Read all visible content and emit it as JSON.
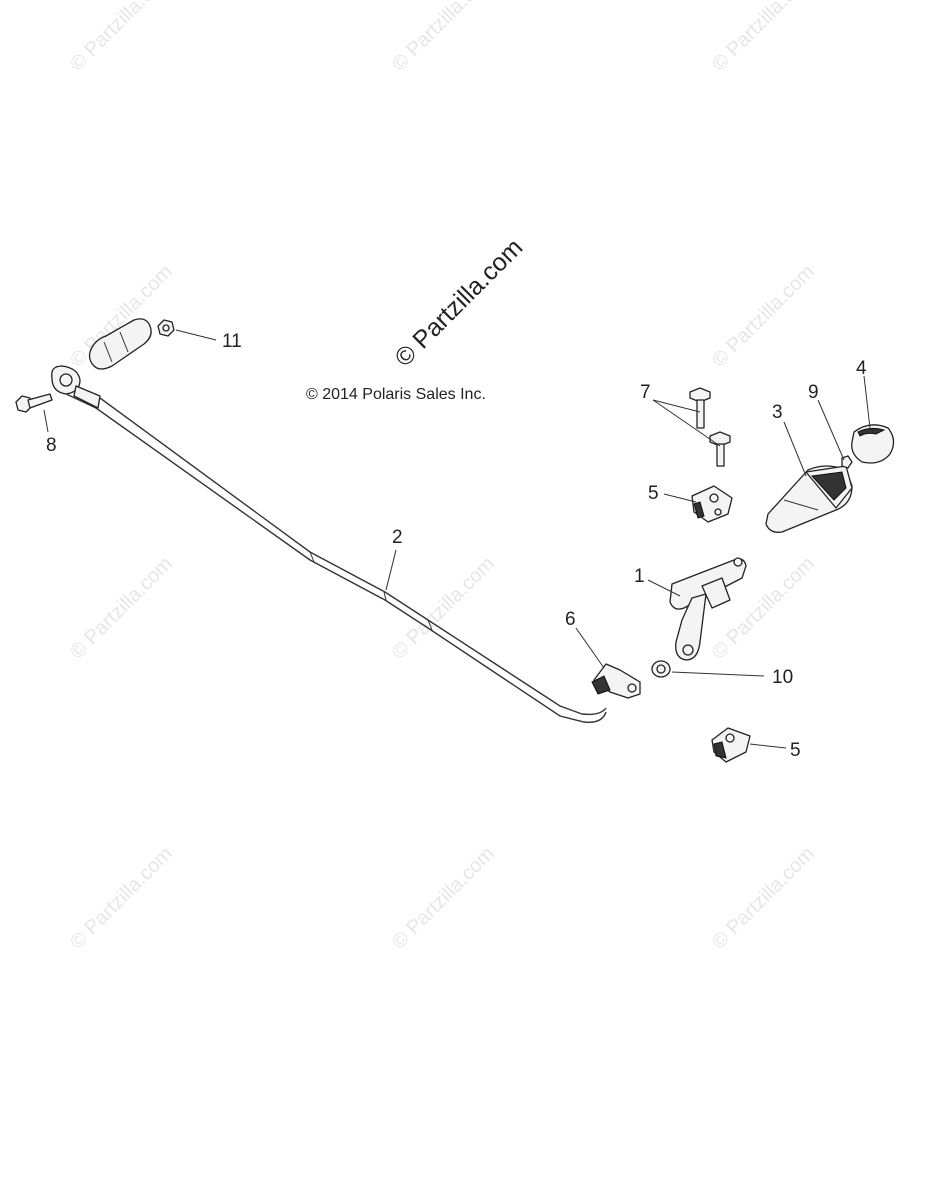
{
  "watermark": {
    "text": "© Partzilla.com"
  },
  "logo": {
    "text": "© Partzilla.com"
  },
  "copyright": "© 2014 Polaris Sales Inc.",
  "callouts": {
    "c1": "1",
    "c2": "2",
    "c3": "3",
    "c4": "4",
    "c5a": "5",
    "c5b": "5",
    "c6": "6",
    "c7": "7",
    "c8": "8",
    "c9": "9",
    "c10": "10",
    "c11": "11"
  }
}
